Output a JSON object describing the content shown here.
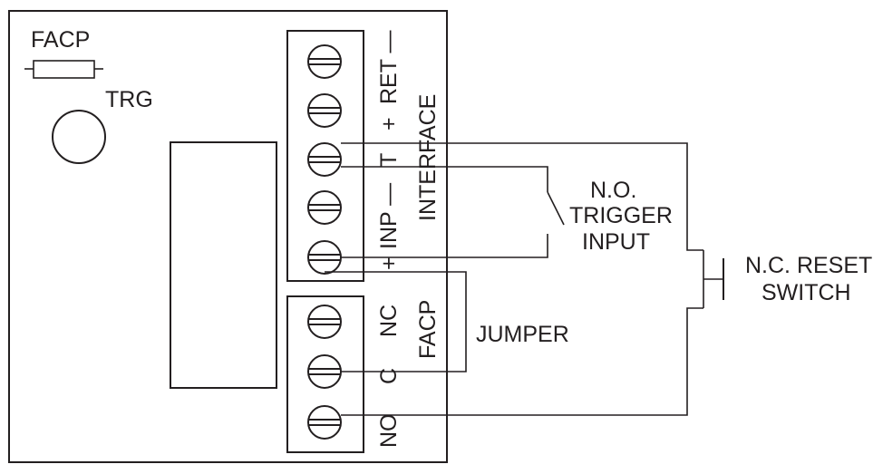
{
  "diagram": {
    "board": {
      "facp_label": "FACP",
      "trg_label": "TRG"
    },
    "interface_block": {
      "block_label": "INTERFACE",
      "terminal_labels": {
        "ret": "RET —",
        "t": "T",
        "t_plus": "+",
        "inp": "INP —",
        "inp_plus": "+"
      },
      "terminal_count": 5
    },
    "facp_block": {
      "block_label": "FACP",
      "terminal_labels": {
        "nc": "NC",
        "c": "C",
        "no": "NO"
      },
      "terminal_count": 3
    },
    "annotations": {
      "trigger_line1": "N.O.",
      "trigger_line2": "TRIGGER",
      "trigger_line3": "INPUT",
      "reset_line1": "N.C. RESET",
      "reset_line2": "SWITCH",
      "jumper": "JUMPER"
    },
    "colors": {
      "ink": "#231f20",
      "background": "#ffffff"
    }
  }
}
